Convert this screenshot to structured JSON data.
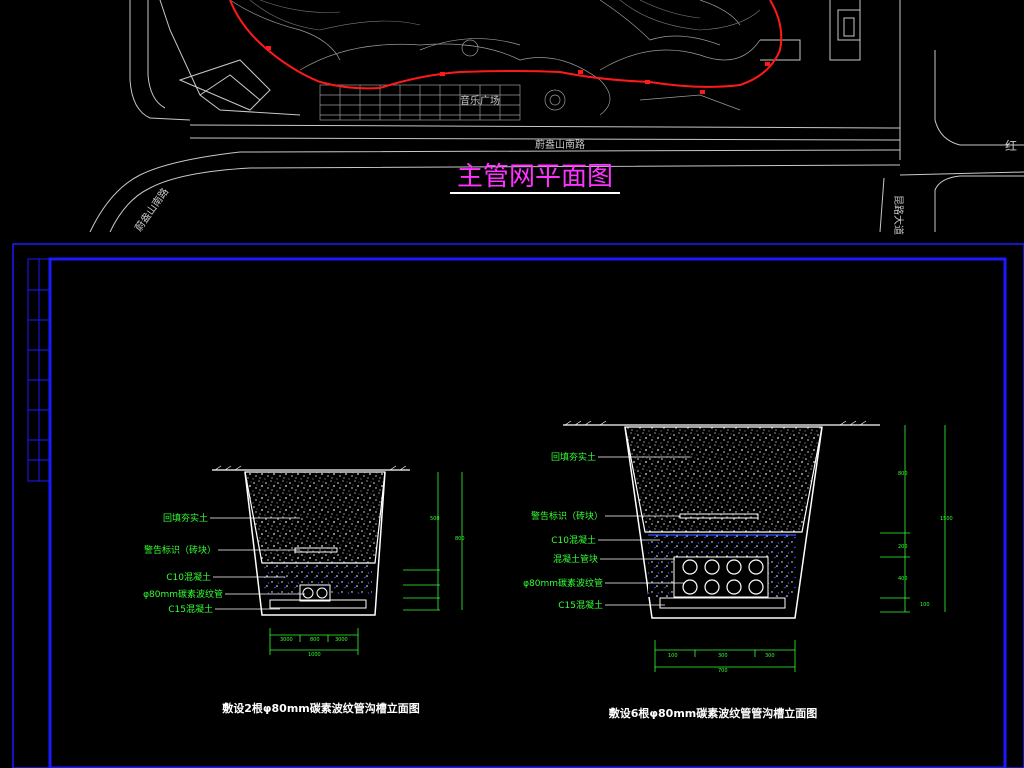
{
  "colors": {
    "background": "#000000",
    "street_lines": "#c8c8c8",
    "pipeline": "#ff1a1a",
    "title_magenta": "#ff33ff",
    "frame_blue": "#1a1aff",
    "label_green": "#33ff33",
    "caption_white": "#ffffff",
    "soil": "#e6e6e6"
  },
  "plan": {
    "title": "主管网平面图",
    "street_labels": {
      "south_road": "蔚盎山南路",
      "west_road": "蔚盎山南路",
      "park_label": "音乐广场",
      "right_road_top": "红",
      "right_road_side": "昆路大道"
    }
  },
  "left_section": {
    "labels": [
      "回填夯实土",
      "警告标识（砖块）",
      "C10混凝土",
      "φ80mm碳素波纹管",
      "C15混凝土"
    ],
    "caption": "敷设2根φ80mm碳素波纹管沟槽立面图"
  },
  "right_section": {
    "labels": [
      "回填夯实土",
      "警告标识（砖块）",
      "C10混凝土",
      "混凝土管块",
      "φ80mm碳素波纹管",
      "C15混凝土"
    ],
    "caption": "敷设6根φ80mm碳素波纹管管沟槽立面图"
  }
}
